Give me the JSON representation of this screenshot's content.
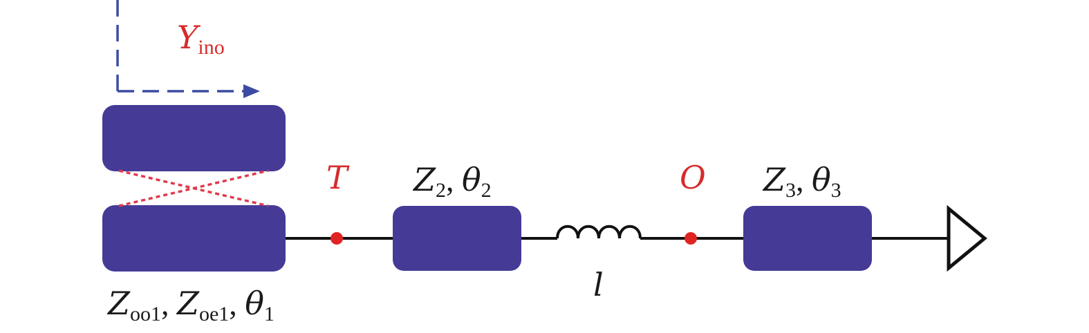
{
  "colors": {
    "block_fill": "#453a96",
    "line": "#111111",
    "node": "#e02424",
    "coupling": "#e03a4a",
    "arrow": "#3b4ba3",
    "label_red": "#d62b2b",
    "label_black": "#1a1a1a"
  },
  "labels": {
    "yin_main": "Y",
    "yin_sub": "ino",
    "node_t": "T",
    "node_o": "O",
    "z2_main": "Z",
    "z2_sub": "2",
    "z2_sep": ", ",
    "theta2_main": "θ",
    "theta2_sub": "2",
    "inductor": "l",
    "z3_main": "Z",
    "z3_sub": "3",
    "z3_sep": ", ",
    "theta3_main": "θ",
    "theta3_sub": "3",
    "zoo_main": "Z",
    "zoo_sub": "oo1",
    "zoo_sep": ", ",
    "zoe_main": "Z",
    "zoe_sub": "oe1",
    "zoe_sep": ", ",
    "theta1_main": "θ",
    "theta1_sub": "1"
  }
}
